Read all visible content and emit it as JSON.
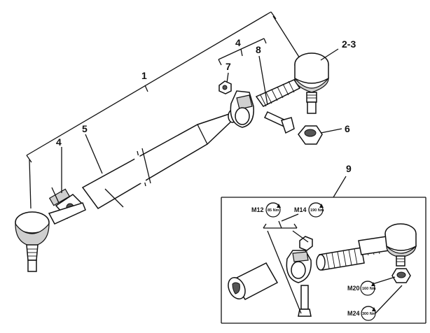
{
  "callouts": {
    "c1": "1",
    "c2_3": "2-3",
    "c4_top": "4",
    "c4_left": "4",
    "c5": "5",
    "c6": "6",
    "c7": "7",
    "c8": "8",
    "c9": "9"
  },
  "torques": [
    {
      "thread": "M12",
      "value": "85 Nm"
    },
    {
      "thread": "M14",
      "value": "190 Nm"
    },
    {
      "thread": "M20",
      "value": "160 Nm"
    },
    {
      "thread": "M24",
      "value": "300 Nm"
    }
  ]
}
